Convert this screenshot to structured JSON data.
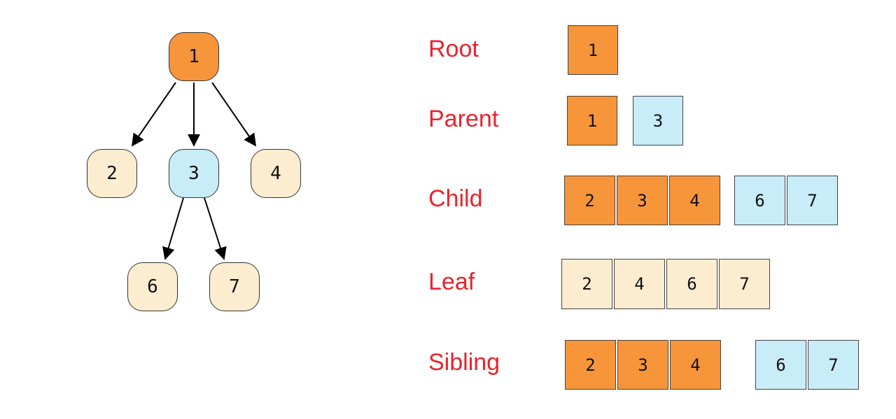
{
  "colors": {
    "orange": "#f7953a",
    "blue": "#c8ecf8",
    "cream": "#fcecd0",
    "label_red": "#e8242c"
  },
  "tree": {
    "nodes": [
      {
        "id": "n1",
        "label": "1",
        "color": "orange"
      },
      {
        "id": "n2",
        "label": "2",
        "color": "cream"
      },
      {
        "id": "n3",
        "label": "3",
        "color": "blue"
      },
      {
        "id": "n4",
        "label": "4",
        "color": "cream"
      },
      {
        "id": "n6",
        "label": "6",
        "color": "cream"
      },
      {
        "id": "n7",
        "label": "7",
        "color": "cream"
      }
    ],
    "edges": [
      {
        "from": "n1",
        "to": "n2"
      },
      {
        "from": "n1",
        "to": "n3"
      },
      {
        "from": "n1",
        "to": "n4"
      },
      {
        "from": "n3",
        "to": "n6"
      },
      {
        "from": "n3",
        "to": "n7"
      }
    ]
  },
  "terms": [
    {
      "label": "Root",
      "groups": [
        {
          "color": "orange",
          "values": [
            "1"
          ]
        }
      ]
    },
    {
      "label": "Parent",
      "groups": [
        {
          "color": "orange",
          "values": [
            "1"
          ]
        },
        {
          "color": "blue",
          "values": [
            "3"
          ]
        }
      ]
    },
    {
      "label": "Child",
      "groups": [
        {
          "color": "orange",
          "values": [
            "2",
            "3",
            "4"
          ]
        },
        {
          "color": "blue",
          "values": [
            "6",
            "7"
          ]
        }
      ]
    },
    {
      "label": "Leaf",
      "groups": [
        {
          "color": "cream",
          "values": [
            "2",
            "4",
            "6",
            "7"
          ]
        }
      ]
    },
    {
      "label": "Sibling",
      "groups": [
        {
          "color": "orange",
          "values": [
            "2",
            "3",
            "4"
          ]
        },
        {
          "color": "blue",
          "values": [
            "6",
            "7"
          ]
        }
      ]
    }
  ]
}
